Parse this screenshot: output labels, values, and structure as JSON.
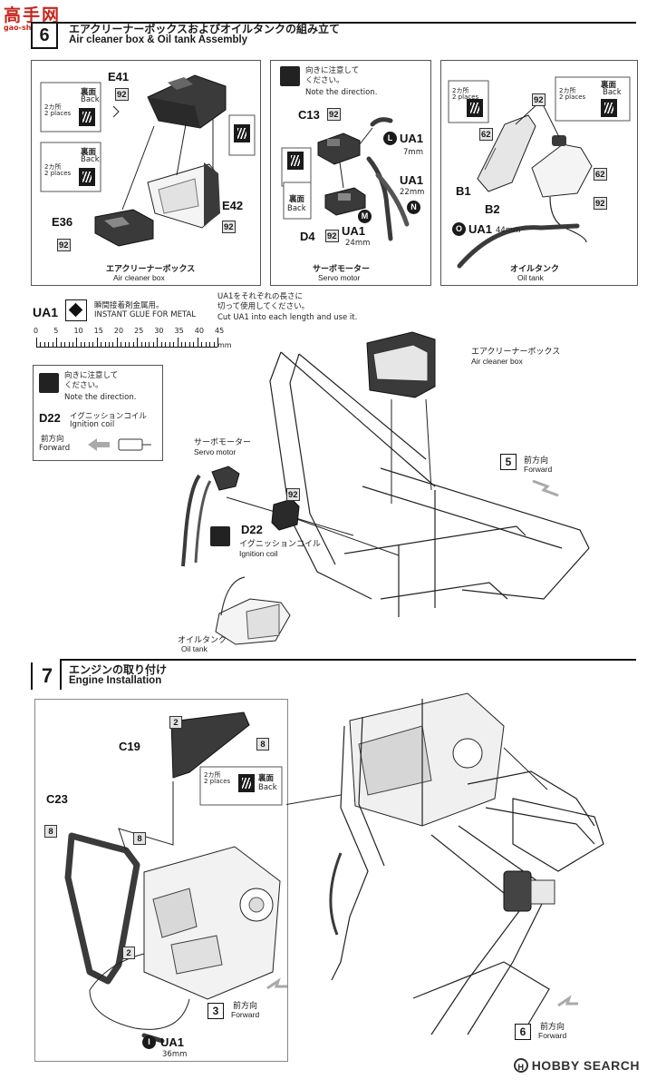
{
  "watermark": {
    "main": "高手网",
    "sub": "gao-shou.net"
  },
  "step6": {
    "number": "6",
    "title_jp": "エアクリーナーボックスおよびオイルタンクの組み立て",
    "title_en": "Air cleaner box & Oil tank Assembly",
    "panel_air": {
      "parts": [
        "E41",
        "E36",
        "E42"
      ],
      "num": "92",
      "reverse_jp": "裏面",
      "reverse_en": "Back",
      "places_jp": "2カ所",
      "places_en": "2 places",
      "caption_jp": "エアクリーナーボックス",
      "caption_en": "Air cleaner box"
    },
    "panel_servo": {
      "note_jp": "向きに注意して\nください。",
      "note_en": "Note the direction.",
      "parts": [
        "C13",
        "D4"
      ],
      "num": "92",
      "reverse_jp": "裏面",
      "reverse_en": "Back",
      "tubes": [
        {
          "letter": "L",
          "name": "UA1",
          "length": "7mm"
        },
        {
          "letter": "N",
          "name": "UA1",
          "length": "22mm"
        },
        {
          "letter": "M",
          "name": "UA1",
          "length": "24mm"
        }
      ],
      "caption_jp": "サーボモーター",
      "caption_en": "Servo motor"
    },
    "panel_oil": {
      "parts": [
        "B1",
        "B2"
      ],
      "nums": [
        "92",
        "62"
      ],
      "places_jp": "2カ所",
      "places_en": "2 places",
      "reverse_jp": "裏面",
      "reverse_en": "Back",
      "tube": {
        "letter": "O",
        "name": "UA1",
        "length": "44mm"
      },
      "caption_jp": "オイルタンク",
      "caption_en": "Oil tank"
    },
    "glue": {
      "name": "UA1",
      "jp": "瞬間接着剤金属用。",
      "en": "INSTANT GLUE  FOR METAL",
      "cut_jp": "UA1をそれぞれの長さに\n切って使用してください。",
      "cut_en": "Cut UA1 into each length and use it."
    },
    "ruler": {
      "ticks": [
        "0",
        "5",
        "10",
        "15",
        "20",
        "25",
        "30",
        "35",
        "40",
        "45"
      ],
      "unit": "mm"
    },
    "ignition_note": {
      "note_jp": "向きに注意して\nください。",
      "note_en": "Note the direction.",
      "part": "D22",
      "name_jp": "イグニッションコイル",
      "name_en": "Ignition coil",
      "forward_jp": "前方向",
      "forward_en": "Forward"
    },
    "main": {
      "air_jp": "エアクリーナーボックス",
      "air_en": "Air cleaner box",
      "servo_jp": "サーボモーター",
      "servo_en": "Servo motor",
      "d22": "D22",
      "num": "92",
      "ign_jp": "イグニッションコイル",
      "ign_en": "Ignition coil",
      "oil_jp": "オイルタンク",
      "oil_en": "Oil tank",
      "ref": "5",
      "forward_jp": "前方向",
      "forward_en": "Forward"
    }
  },
  "step7": {
    "number": "7",
    "title_jp": "エンジンの取り付け",
    "title_en": "Engine Installation",
    "parts": [
      "C19",
      "C23"
    ],
    "nums": [
      "2",
      "8"
    ],
    "places_jp": "2カ所",
    "places_en": "2 places",
    "reverse_jp": "裏面",
    "reverse_en": "Back",
    "tube": {
      "letter": "I",
      "name": "UA1",
      "length": "36mm"
    },
    "ref3": "3",
    "ref6": "6",
    "forward_jp": "前方向",
    "forward_en": "Forward"
  },
  "footer": {
    "brand": "HOBBY SEARCH",
    "mark": "H"
  }
}
